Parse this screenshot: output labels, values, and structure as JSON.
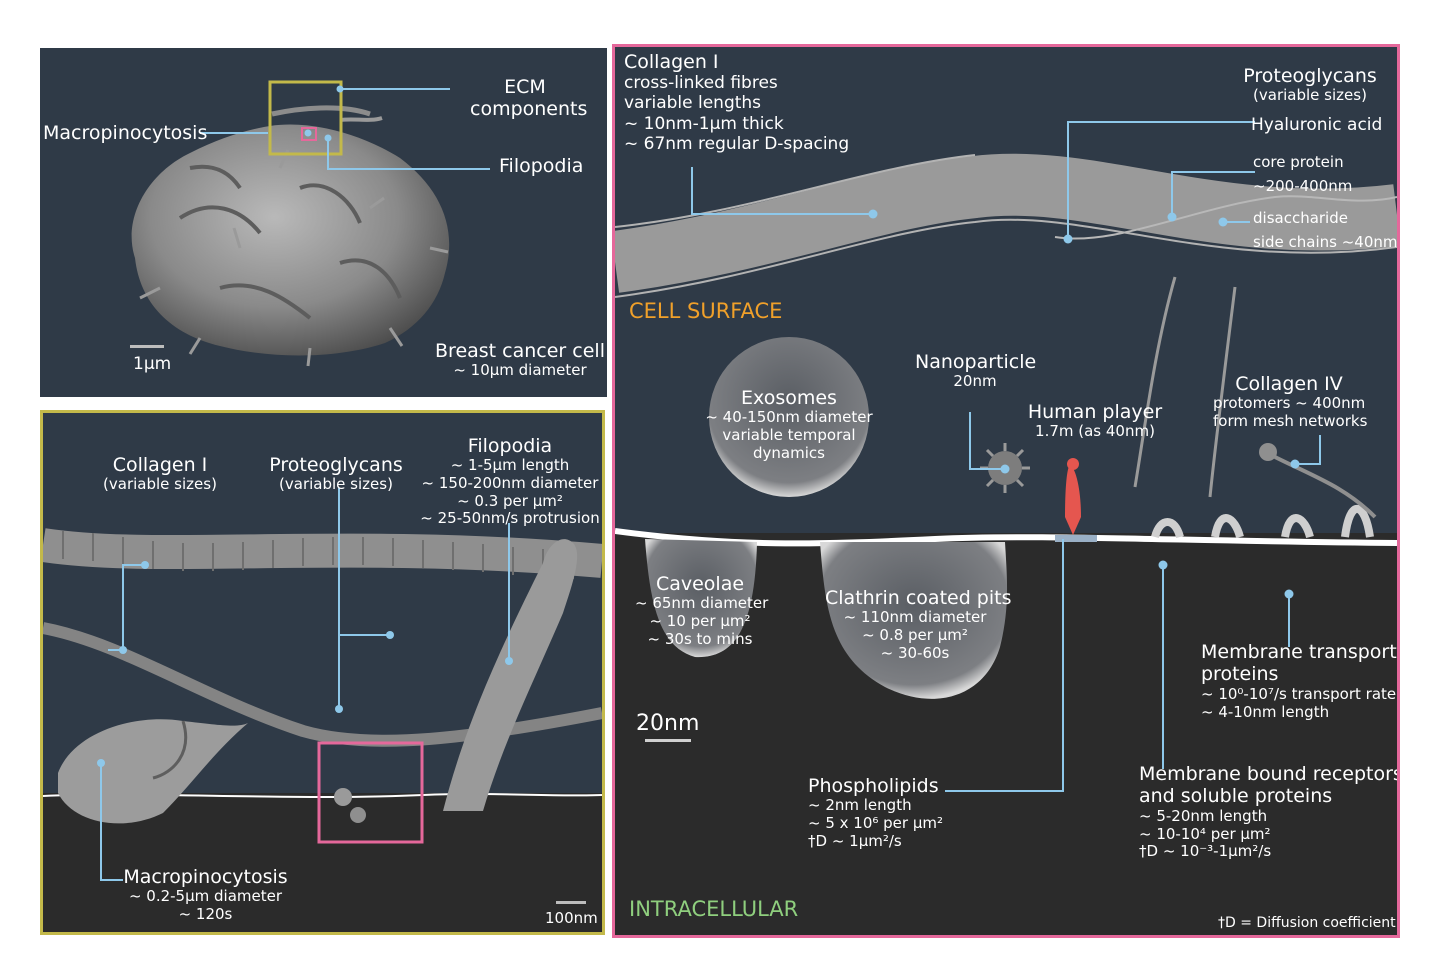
{
  "colors": {
    "panel_bg": "#2f3a47",
    "callout": "#8ec8ea",
    "olive_border": "#c3b94a",
    "pink_border": "#e5689b",
    "cell_surface": "#f0a02a",
    "intracellular": "#8fcf7e"
  },
  "panel_a": {
    "ecm": [
      "ECM",
      "components"
    ],
    "macropinocytosis": "Macropinocytosis",
    "filopodia": "Filopodia",
    "scale": "1μm",
    "cell": [
      "Breast cancer cell",
      "~ 10μm diameter"
    ]
  },
  "panel_b": {
    "collagen": [
      "Collagen I",
      "(variable sizes)"
    ],
    "proteoglycans": [
      "Proteoglycans",
      "(variable sizes)"
    ],
    "filopodia": [
      "Filopodia",
      "~ 1-5μm length",
      "~ 150-200nm diameter",
      "~ 0.3 per μm²",
      "~ 25-50nm/s protrusion"
    ],
    "macropinocytosis": [
      "Macropinocytosis",
      "~ 0.2-5μm diameter",
      "~ 120s"
    ],
    "scale": "100nm"
  },
  "panel_c": {
    "collagen1": [
      "Collagen I",
      "cross-linked fibres",
      "variable lengths",
      "~ 10nm-1μm thick",
      "~ 67nm regular D-spacing"
    ],
    "proteoglycans": [
      "Proteoglycans",
      "(variable sizes)",
      "Hyaluronic acid",
      "core protein",
      "~200-400nm",
      "disaccharide",
      "side chains ~40nm"
    ],
    "cell_surface": "CELL SURFACE",
    "nanoparticle": [
      "Nanoparticle",
      "20nm"
    ],
    "human": [
      "Human player",
      "1.7m (as 40nm)"
    ],
    "collagen4": [
      "Collagen IV",
      "protomers ~ 400nm",
      "form mesh networks"
    ],
    "exosomes": [
      "Exosomes",
      "~ 40-150nm diameter",
      "variable temporal",
      "dynamics"
    ],
    "caveolae": [
      "Caveolae",
      "~ 65nm diameter",
      "~ 10 per μm²",
      "~ 30s to mins"
    ],
    "clathrin": [
      "Clathrin coated pits",
      "~ 110nm diameter",
      "~ 0.8 per μm²",
      "~ 30-60s"
    ],
    "transport": [
      "Membrane transport",
      "proteins",
      "~ 10⁰-10⁷/s transport rate",
      "~ 4-10nm length"
    ],
    "scale": "20nm",
    "phospholipids": [
      "Phospholipids",
      "~ 2nm length",
      "~ 5 x 10⁶ per μm²",
      "†D ~ 1μm²/s"
    ],
    "receptors": [
      "Membrane bound receptors",
      "and soluble proteins",
      "~ 5-20nm length",
      "~ 10-10⁴ per μm²",
      "†D ~ 10⁻³-1μm²/s"
    ],
    "intracellular": "INTRACELLULAR",
    "footnote": "†D = Diffusion coefficient"
  }
}
